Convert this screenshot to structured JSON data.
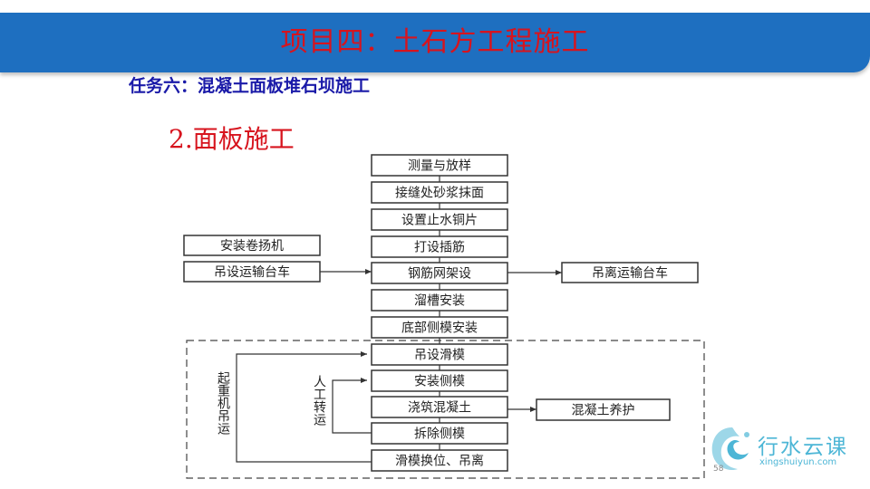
{
  "header": {
    "title": "项目四：土石方工程施工"
  },
  "task": {
    "subtitle": "任务六：混凝土面板堆石坝施工"
  },
  "section": {
    "heading": "2.面板施工"
  },
  "flowchart": {
    "main_steps": [
      "测量与放样",
      "接缝处砂浆抹面",
      "设置止水铜片",
      "打设插筋",
      "钢筋网架设",
      "溜槽安装",
      "底部侧模安装",
      "吊设滑模",
      "安装侧模",
      "浇筑混凝土",
      "拆除侧模",
      "滑模换位、吊离"
    ],
    "left_boxes": [
      "安装卷扬机",
      "吊设运输台车"
    ],
    "right_boxes": [
      "吊离运输台车",
      "混凝土养护"
    ],
    "side_labels": [
      "起重机吊运",
      "人工转运"
    ]
  },
  "logo": {
    "name": "行水云课",
    "url": "xingshuiyun.com",
    "color": "#4db6d6"
  },
  "page": {
    "number": "58"
  }
}
